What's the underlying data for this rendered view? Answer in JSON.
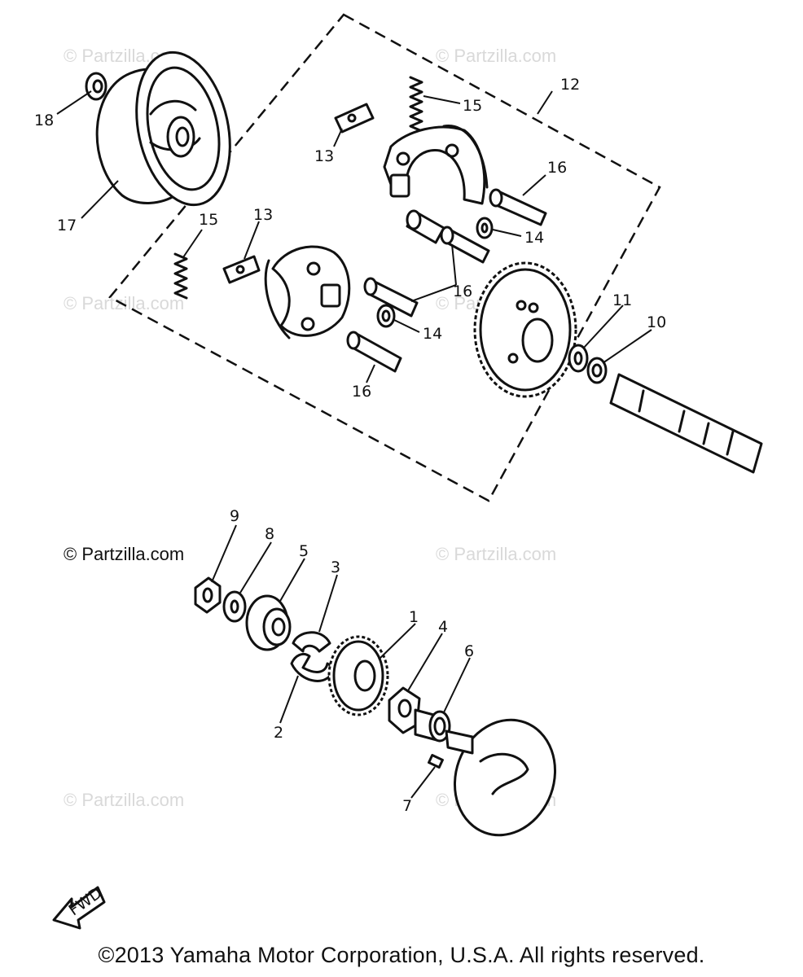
{
  "watermarks": [
    "© Partzilla.com",
    "© Partzilla.com",
    "© Partzilla.com",
    "© Partzilla.com",
    "© Partzilla.com",
    "© Partzilla.com",
    "© Partzilla.com"
  ],
  "main_watermark": "© Partzilla.com",
  "copyright": "©2013 Yamaha Motor Corporation, U.S.A. All rights reserved.",
  "fwd_label": "FWD",
  "callouts": {
    "c1": "1",
    "c2": "2",
    "c3": "3",
    "c4": "4",
    "c5": "5",
    "c6": "6",
    "c7": "7",
    "c8": "8",
    "c9": "9",
    "c10": "10",
    "c11": "11",
    "c12": "12",
    "c13a": "13",
    "c13b": "13",
    "c14a": "14",
    "c14b": "14",
    "c15a": "15",
    "c15b": "15",
    "c16a": "16",
    "c16b": "16",
    "c16c": "16",
    "c17": "17",
    "c18": "18"
  }
}
